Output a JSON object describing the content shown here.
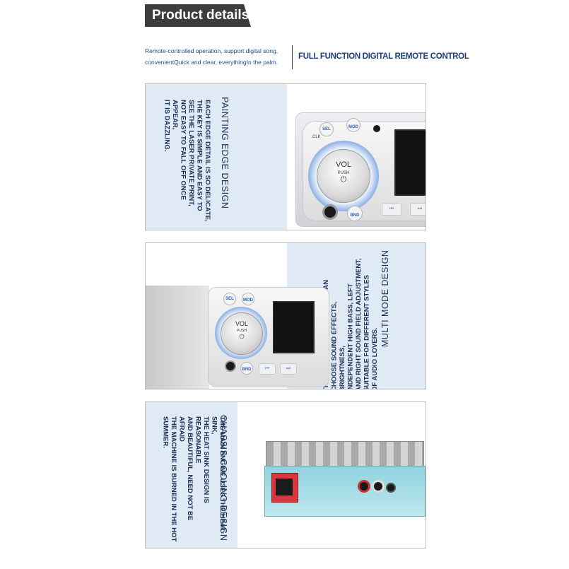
{
  "header": {
    "title": "Product details",
    "intro_line1": "Remote-controlled operation, support digital song,",
    "intro_line2": "convenientQuick and clear, everythingIn the palm.",
    "heading": "FULL FUNCTION DIGITAL REMOTE CONTROL"
  },
  "sections": [
    {
      "title": "PAINTING EDGE DESIGN",
      "lines": [
        "EACH EDGE DETAIL IS SO DELICATE,",
        "THE KEY IS SIMPLE AND EASY TO",
        "SEE THE LASER PRIVATE PRINT,",
        "NOT EASY TO FALL OFF ONCE APPEAR,",
        "IT IS DAZZLING."
      ],
      "labels": {
        "sel": "SEL",
        "clk": "CLK",
        "mod": "MOD",
        "vol": "VOL",
        "push": "PUSH",
        "bnd": "BND"
      }
    },
    {
      "title": "MULTI MODE DESIGN",
      "lines": [
        "THE KNOBS MULTI-MODE EQ CAN",
        "CHOOSE SOUND EFFECTS, BRIGHTNESS,",
        "INDEPENDENT HIGH BASS, LEFT",
        "AND RIGHT SOUND FIELD ADJUSTMENT,",
        "SUITABLE FOR DIFFERENT STYLES",
        "OF AUDIO LOVERS."
      ],
      "labels": {
        "sel": "SEL",
        "mod": "MOD",
        "vol": "VOL",
        "push": "PUSH",
        "bnd": "BND"
      }
    },
    {
      "title": "CHASSIS COOLING DESIGN",
      "lines": [
        "THE MAIN ENGINE USES THE HEAT SINK,",
        "THE HEAT SINK DESIGN IS REASONABLE",
        "AND BEAUTIFUL, NEED NOT BE AFRAID",
        "THE MACHINE IS BURNED IN THE HOT",
        "SUMMER."
      ]
    }
  ],
  "colors": {
    "panel_blue": "#dfeaf5",
    "text_navy": "#1c2f55",
    "banner": "#3d3d3d",
    "accent_blue": "#1e4b8a"
  }
}
